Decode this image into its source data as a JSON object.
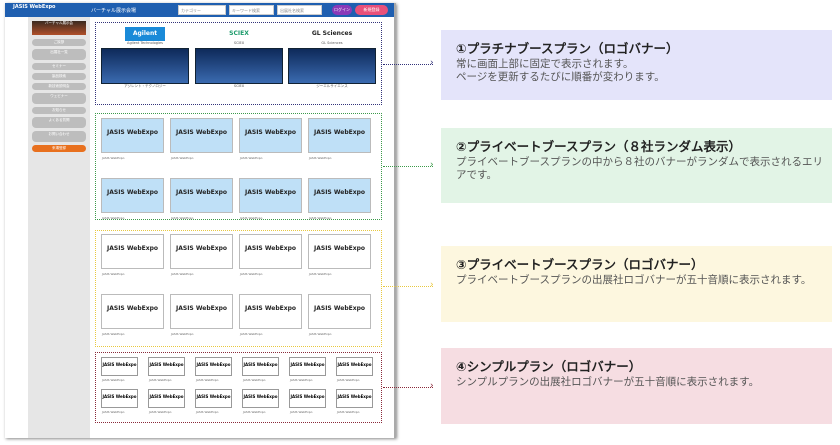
{
  "header": {
    "logo": "JASIS WebExpo",
    "title": "バーチャル展示会場",
    "category_select": "カテゴリー",
    "keyword_placeholder": "キーワード検索",
    "exhibitor_placeholder": "出展社名検索",
    "login_button": "ログイン",
    "register_button": "新規登録"
  },
  "sidebar": {
    "banner": "バーチャル展示会",
    "items": [
      "ご挨拶",
      "出展社一覧",
      "セミナー",
      "製品検索",
      "新技術説明会",
      "ウェビナー",
      "お知らせ",
      "よくある質問",
      "お問い合わせ",
      "来場登録"
    ]
  },
  "platinum": [
    {
      "logo": "Agilent",
      "desc": "Agilent Technologies",
      "caption": "アジレント・テクノロジー"
    },
    {
      "logo": "SCIEX",
      "desc": "SCIEX",
      "caption": "SCIEX"
    },
    {
      "logo": "GL Sciences",
      "desc": "GL Sciences",
      "caption": "ジーエルサイエンス"
    }
  ],
  "banner_logo": "JASIS WebExpo",
  "banner_caption": "JASIS WebExpo",
  "notes": [
    {
      "title": "①プラチナブースプラン（ロゴバナー）",
      "body": "常に画面上部に固定で表示されます。\nページを更新するたびに順番が変わります。",
      "color": "#e4e4fa"
    },
    {
      "title": "②プライベートブースプラン（８社ランダム表示）",
      "body": "プライベートブースプランの中から８社のバナーがランダムで表示されるエリアです。",
      "color": "#e2f4e6"
    },
    {
      "title": "③プライベートブースプラン（ロゴバナー）",
      "body": "プライベートブースプランの出展社ロゴバナーが五十音順に表示されます。",
      "color": "#fdf7df"
    },
    {
      "title": "④シンプルプラン（ロゴバナー）",
      "body": "シンプルプランの出展社ロゴバナーが五十音順に表示されます。",
      "color": "#f6dde2"
    }
  ]
}
